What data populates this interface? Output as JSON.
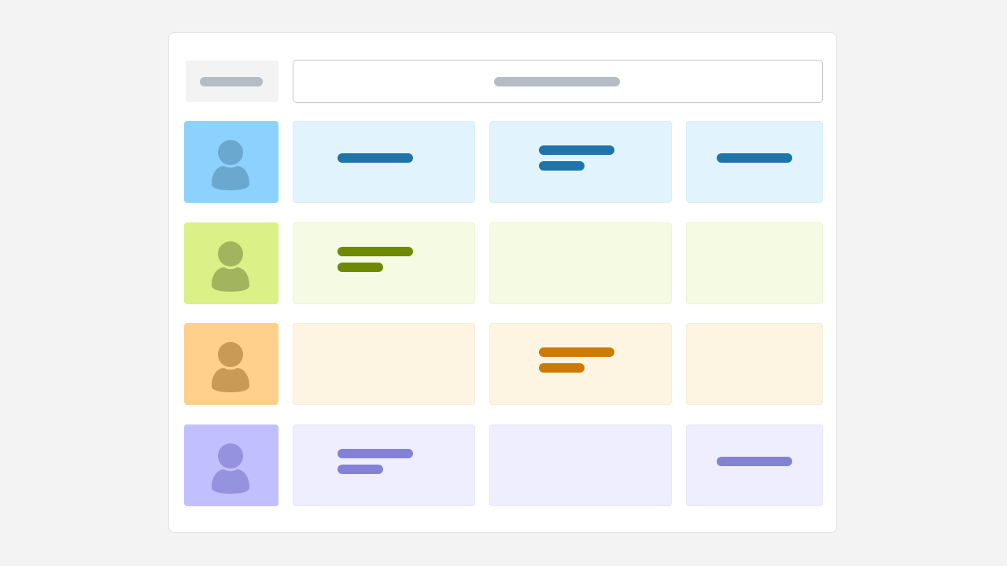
{
  "rows": [
    {
      "name": "blue",
      "avatar_bg": "#8dd1fe",
      "avatar_fg": "#6aa8cf",
      "cell_bg": "#e1f4fd",
      "bar_color": "#1f74aa",
      "cells": [
        {
          "lines": [
            1
          ]
        },
        {
          "lines": [
            1,
            0.6
          ]
        },
        {
          "lines": [
            1
          ]
        }
      ]
    },
    {
      "name": "green",
      "avatar_bg": "#dbf086",
      "avatar_fg": "#a3b45e",
      "cell_bg": "#f5fae2",
      "bar_color": "#6f8a00",
      "cells": [
        {
          "lines": [
            1,
            0.6
          ]
        },
        {
          "lines": []
        },
        {
          "lines": []
        }
      ]
    },
    {
      "name": "orange",
      "avatar_bg": "#ffd08c",
      "avatar_fg": "#c89a55",
      "cell_bg": "#fef4e2",
      "bar_color": "#cc7a00",
      "cells": [
        {
          "lines": []
        },
        {
          "lines": [
            1,
            0.6
          ]
        },
        {
          "lines": []
        }
      ]
    },
    {
      "name": "purple",
      "avatar_bg": "#c1bffd",
      "avatar_fg": "#9592de",
      "cell_bg": "#efeefe",
      "bar_color": "#8482d4",
      "cells": [
        {
          "lines": [
            1,
            0.6
          ]
        },
        {
          "lines": []
        },
        {
          "lines": [
            1
          ]
        }
      ]
    }
  ],
  "header_placeholder_color": "#b5bcc4",
  "icons": {
    "avatar": "person-icon"
  }
}
